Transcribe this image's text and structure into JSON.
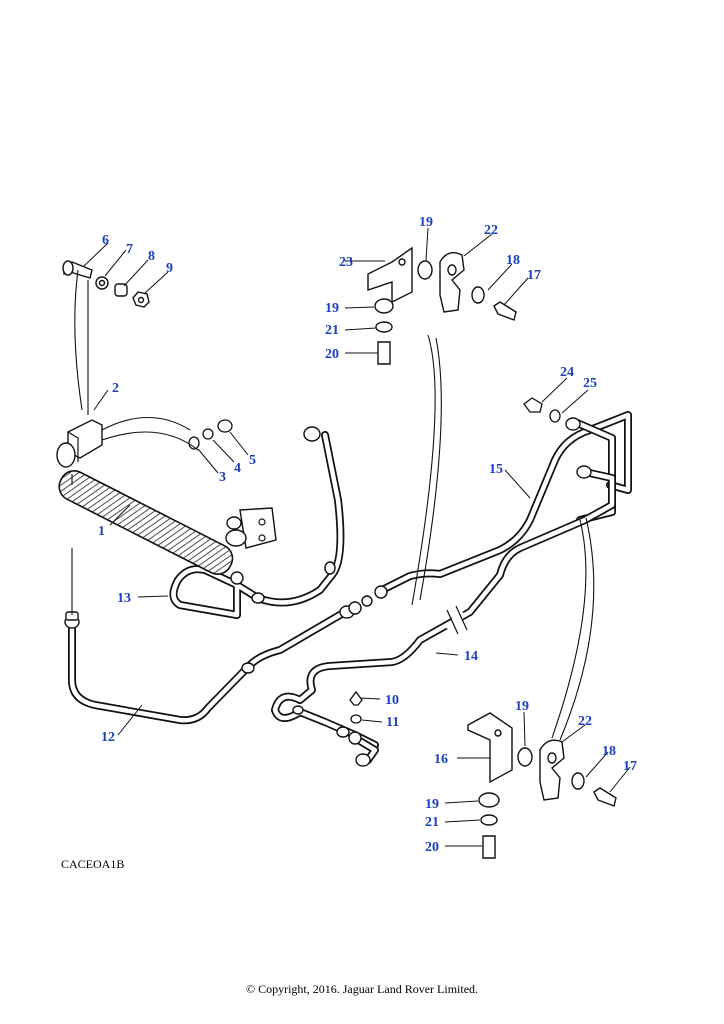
{
  "diagram": {
    "reference_code": "CACEOA1B",
    "copyright": "© Copyright, 2016. Jaguar Land Rover Limited.",
    "callouts": [
      {
        "id": "c1",
        "text": "1"
      },
      {
        "id": "c2",
        "text": "2"
      },
      {
        "id": "c3",
        "text": "3"
      },
      {
        "id": "c4",
        "text": "4"
      },
      {
        "id": "c5",
        "text": "5"
      },
      {
        "id": "c6",
        "text": "6"
      },
      {
        "id": "c7",
        "text": "7"
      },
      {
        "id": "c8",
        "text": "8"
      },
      {
        "id": "c9",
        "text": "9"
      },
      {
        "id": "c10",
        "text": "10"
      },
      {
        "id": "c11",
        "text": "11"
      },
      {
        "id": "c12",
        "text": "12"
      },
      {
        "id": "c13",
        "text": "13"
      },
      {
        "id": "c14",
        "text": "14"
      },
      {
        "id": "c15",
        "text": "15"
      },
      {
        "id": "c16",
        "text": "16"
      },
      {
        "id": "c17a",
        "text": "17"
      },
      {
        "id": "c17b",
        "text": "17"
      },
      {
        "id": "c18a",
        "text": "18"
      },
      {
        "id": "c18b",
        "text": "18"
      },
      {
        "id": "c19a",
        "text": "19"
      },
      {
        "id": "c19b",
        "text": "19"
      },
      {
        "id": "c19c",
        "text": "19"
      },
      {
        "id": "c19d",
        "text": "19"
      },
      {
        "id": "c20a",
        "text": "20"
      },
      {
        "id": "c20b",
        "text": "20"
      },
      {
        "id": "c21a",
        "text": "21"
      },
      {
        "id": "c21b",
        "text": "21"
      },
      {
        "id": "c22a",
        "text": "22"
      },
      {
        "id": "c22b",
        "text": "22"
      },
      {
        "id": "c23",
        "text": "23"
      },
      {
        "id": "c24",
        "text": "24"
      },
      {
        "id": "c25",
        "text": "25"
      }
    ]
  }
}
